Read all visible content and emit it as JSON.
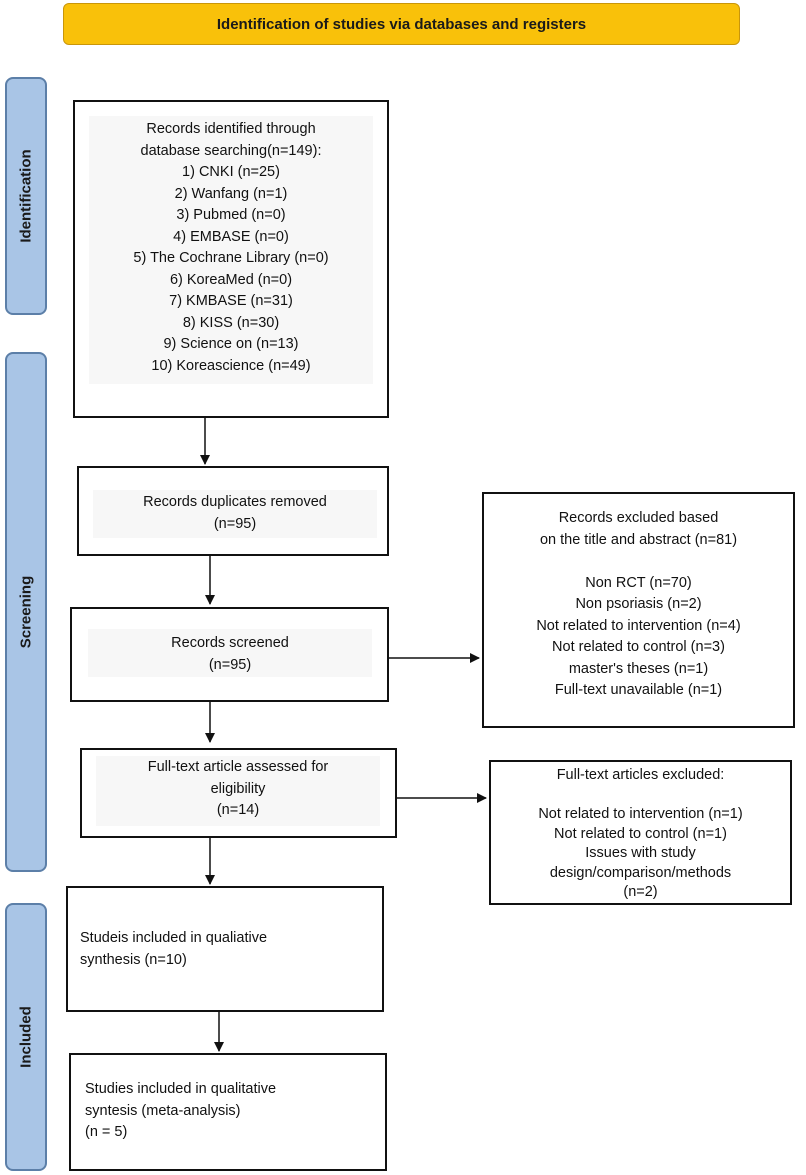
{
  "header": {
    "title": "Identification of studies via databases and registers"
  },
  "phases": {
    "identification": "Identification",
    "screening": "Screening",
    "included": "Included"
  },
  "boxes": {
    "identified": {
      "lines": [
        "Records identified through",
        "database searching(n=149):",
        "1) CNKI (n=25)",
        "2) Wanfang (n=1)",
        "3) Pubmed (n=0)",
        "4) EMBASE (n=0)",
        "5) The Cochrane Library (n=0)",
        "6) KoreaMed (n=0)",
        "7) KMBASE (n=31)",
        "8) KISS (n=30)",
        "9) Science on (n=13)",
        "10) Koreascience (n=49)"
      ]
    },
    "duplicates": {
      "lines": [
        "Records duplicates removed",
        "(n=95)"
      ]
    },
    "screened": {
      "lines": [
        "Records screened",
        "(n=95)"
      ]
    },
    "excluded_title": {
      "lines": [
        "Records excluded based",
        "on the title and abstract (n=81)",
        "",
        "Non RCT (n=70)",
        "Non psoriasis (n=2)",
        "Not related to intervention (n=4)",
        "Not related to control (n=3)",
        "master's theses (n=1)",
        "Full-text unavailable (n=1)"
      ]
    },
    "fulltext": {
      "lines": [
        "Full-text article assessed for",
        "eligibility",
        "(n=14)"
      ]
    },
    "fulltext_excluded": {
      "lines": [
        "Full-text articles excluded:",
        "",
        "Not related to intervention (n=1)",
        "Not related to control (n=1)",
        "Issues with study",
        "design/comparison/methods",
        "(n=2)"
      ]
    },
    "qualitative": {
      "lines": [
        "Studeis included in qualiative",
        "synthesis (n=10)"
      ]
    },
    "meta": {
      "lines": [
        "Studies included in qualitative",
        "syntesis (meta-analysis)",
        "(n = 5)"
      ]
    }
  }
}
